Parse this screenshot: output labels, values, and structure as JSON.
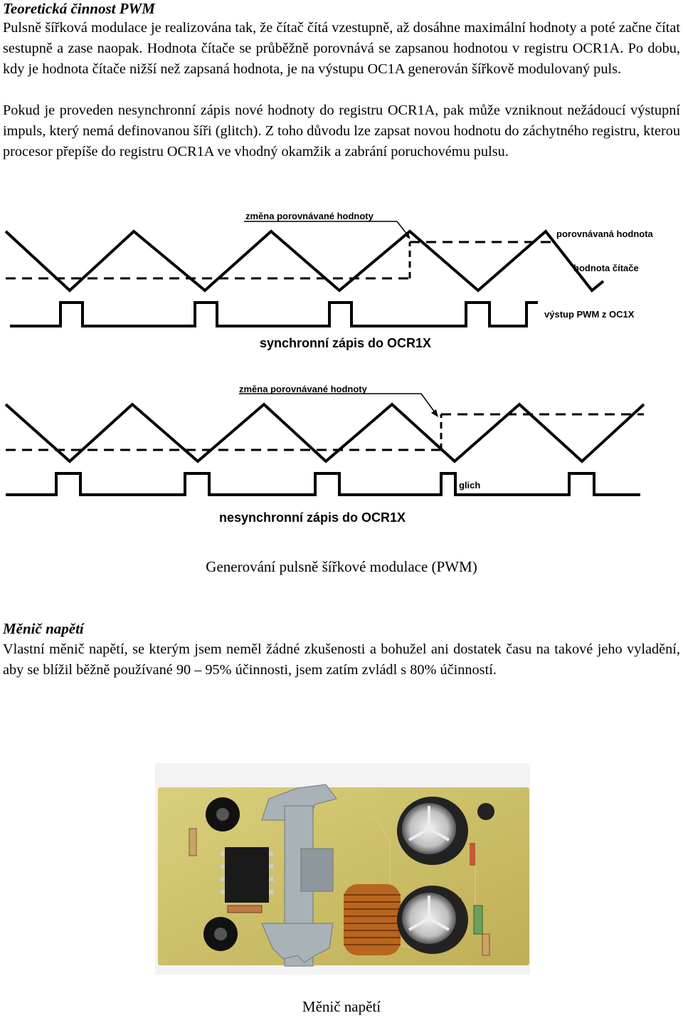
{
  "section1": {
    "title": "Teoretická činnost PWM",
    "paragraph1": "Pulsně šířková modulace je realizována tak, že čítač čítá vzestupně, až dosáhne maximální hodnoty a poté začne čítat sestupně a zase naopak. Hodnota čítače se průběžně porovnává se zapsanou hodnotou v registru OCR1A. Po dobu, kdy je hodnota čítače nižší než zapsaná hodnota, je na výstupu OC1A generován šířkově modulovaný puls.",
    "paragraph2": "Pokud je proveden nesynchronní zápis nové hodnoty do registru OCR1A, pak může vzniknout nežádoucí výstupní impuls, který nemá definovanou šíři (glitch). Z toho důvodu lze zapsat novou hodnotu do záchytného registru, kterou procesor přepíše do registru OCR1A ve vhodný okamžik a zabrání poruchovému pulsu."
  },
  "figure1": {
    "diagram_sync": {
      "label_change": "změna porovnávané hodnoty",
      "label_compare": "porovnávaná hodnota",
      "label_counter": "hodnota čítače",
      "label_output": "výstup PWM z OC1X",
      "title": "synchronní zápis do OCR1X"
    },
    "diagram_async": {
      "label_change": "změna porovnávané hodnoty",
      "label_glitch": "glich",
      "title": "nesynchronní zápis do OCR1X"
    },
    "caption": "Generování pulsně šířkové modulace (PWM)"
  },
  "section2": {
    "title": "Měnič napětí",
    "paragraph": "Vlastní měnič napětí, se kterým jsem neměl žádné zkušenosti a bohužel ani dostatek času na takové jeho vyladění, aby se blížil běžně používané 90 – 95% účinnosti, jsem zatím zvládl s 80% účinností."
  },
  "figure2": {
    "caption": "Měnič napětí"
  }
}
